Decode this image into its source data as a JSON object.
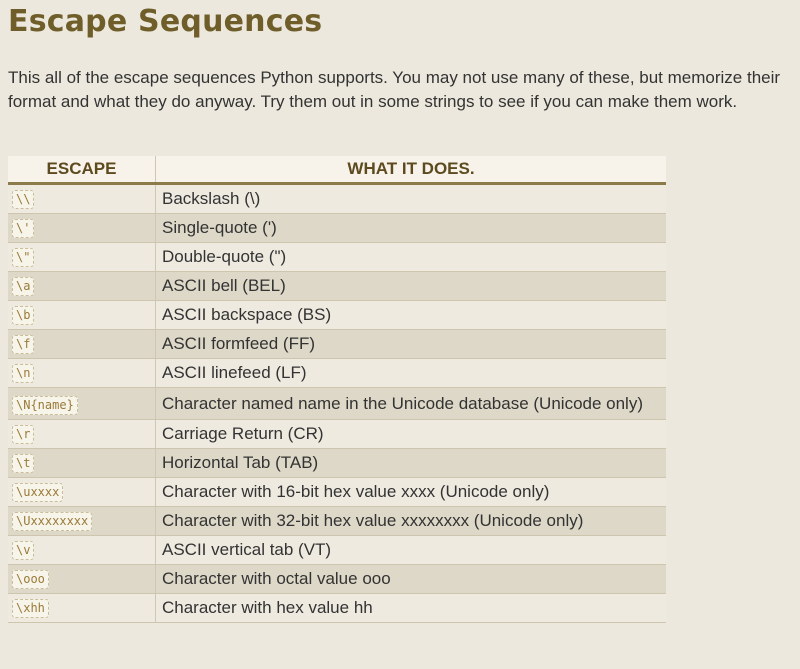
{
  "page": {
    "title": "Escape Sequences",
    "intro": "This all of the escape sequences Python supports. You may not use many of these, but memorize their format and what they do anyway. Try them out in some strings to see if you can make them work."
  },
  "table": {
    "headers": [
      "ESCAPE",
      "WHAT IT DOES."
    ],
    "rows": [
      {
        "escape": "\\\\",
        "desc": "Backslash (\\)"
      },
      {
        "escape": "\\'",
        "desc": "Single-quote (')"
      },
      {
        "escape": "\\\"",
        "desc": "Double-quote (\")"
      },
      {
        "escape": "\\a",
        "desc": "ASCII bell (BEL)"
      },
      {
        "escape": "\\b",
        "desc": "ASCII backspace (BS)"
      },
      {
        "escape": "\\f",
        "desc": "ASCII formfeed (FF)"
      },
      {
        "escape": "\\n",
        "desc": "ASCII linefeed (LF)"
      },
      {
        "escape": "\\N{name}",
        "desc": "Character named name in the Unicode database (Unicode only)"
      },
      {
        "escape": "\\r",
        "desc": "Carriage Return (CR)"
      },
      {
        "escape": "\\t",
        "desc": "Horizontal Tab (TAB)"
      },
      {
        "escape": "\\uxxxx",
        "desc": "Character with 16-bit hex value xxxx (Unicode only)"
      },
      {
        "escape": "\\Uxxxxxxxx",
        "desc": "Character with 32-bit hex value xxxxxxxx (Unicode only)"
      },
      {
        "escape": "\\v",
        "desc": "ASCII vertical tab (VT)"
      },
      {
        "escape": "\\ooo",
        "desc": "Character with octal value ooo"
      },
      {
        "escape": "\\xhh",
        "desc": "Character with hex value hh"
      }
    ]
  }
}
